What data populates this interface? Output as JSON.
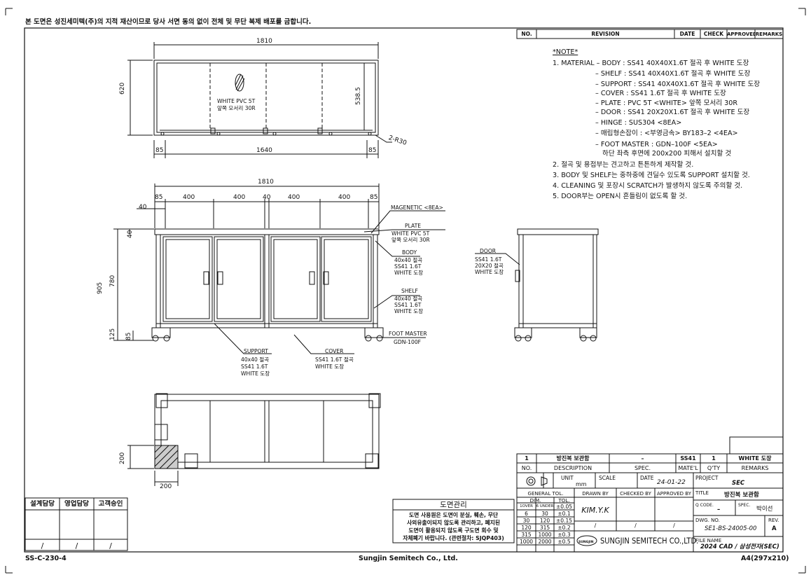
{
  "header_warning": "본 도면은 성진세미텍(주)의 지적 재산이므로 당사 서면 동의 없이 전체 및 무단 복제 배포를 금합니다.",
  "revision_table": {
    "headers": [
      "NO.",
      "REVISION",
      "DATE",
      "CHECK",
      "APPROVED",
      "REMARKS"
    ]
  },
  "top_view": {
    "overall_width": "1810",
    "height": "620",
    "inner_height": "538.5",
    "left_offset": "85",
    "center_span": "1640",
    "right_offset": "85",
    "radius": "2-R30",
    "plate_note": [
      "WHITE PVC 5T",
      "앞쪽 모서리 30R"
    ]
  },
  "front_view": {
    "overall_width": "1810",
    "segments": [
      "85",
      "400",
      "400",
      "40",
      "400",
      "400",
      "85"
    ],
    "left_dim": "40",
    "top_dim": "40",
    "total_height": "905",
    "body_height": "780",
    "foot_height": "125",
    "foot_inner": "85",
    "labels": {
      "magnetic": "MAGENETIC <8EA>",
      "plate": [
        "PLATE",
        "WHITE PVC 5T",
        "앞쪽 모서리 30R"
      ],
      "body": [
        "BODY",
        "40x40 절곡",
        "SS41 1.6T",
        "WHITE 도장"
      ],
      "shelf": [
        "SHELF",
        "40x40 절곡",
        "SS41 1.6T",
        "WHITE 도장"
      ],
      "foot_master": [
        "FOOT MASTER",
        "GDN-100F"
      ],
      "support": [
        "SUPPORT",
        "40x40 절곡",
        "SS41 1.6T",
        "WHITE 도장"
      ],
      "cover": [
        "COVER",
        "SS41 1.6T 절곡",
        "WHITE 도장"
      ]
    }
  },
  "side_view": {
    "door": [
      "DOOR",
      "SS41 1.6T",
      "20X20 절곡",
      "WHITE 도장"
    ]
  },
  "bottom_view": {
    "dim_v": "200",
    "dim_h": "200"
  },
  "notes": {
    "title": "*NOTE*",
    "lines": [
      "1. MATERIAL – BODY : SS41 40X40X1.6T 절곡 후 WHITE 도장",
      "– SHELF : SS41 40X40X1.6T 절곡 후 WHITE 도장",
      "– SUPPORT : SS41 40X40X1.6T 절곡 후 WHITE 도장",
      "– COVER : SS41 1.6T 절곡 후 WHITE 도장",
      "– PLATE : PVC 5T <WHITE> 앞쪽 모서리 30R",
      "– DOOR : SS41 20X20X1.6T 절곡 후 WHITE 도장",
      "– HINGE : SUS304 <8EA>",
      "– 매립형손잡이 : <부영금속> BY183–2 <4EA>",
      "– FOOT MASTER : GDN–100F <5EA>",
      "하단 좌측 후면에 200x200 피해서 설치할 것",
      "2. 절곡 및 용접부는 견고하고 튼튼하게 제작할 것.",
      "3. BODY 및 SHELF는 중하중에 견딜수 있도록 SUPPORT 설치할 것.",
      "4. CLEANING 및 포장시 SCRATCH가 발생하지 않도록 주의할 것.",
      "5. DOOR부는 OPEN시 흔들림이 없도록 할 것."
    ]
  },
  "approval_box": {
    "headers": [
      "설계담당",
      "영업담당",
      "고객승인"
    ],
    "marks": [
      "/",
      "/",
      "/"
    ]
  },
  "drawing_mgmt": {
    "title": "도면관리",
    "lines": [
      "도면 사용원은 도면이 분실, 훼손, 무단",
      "사외유출이되지 않도록 관리하고, 폐지된",
      "도면이 활용되지 않도록 구도면 회수 및",
      "자체폐기 바랍니다. (관련절차: SJQP403)"
    ]
  },
  "title_block": {
    "parts_row": [
      "1",
      "방진복 보관함",
      "–",
      "SS41",
      "1",
      "WHITE 도장"
    ],
    "parts_header": [
      "NO.",
      "DESCRIPTION",
      "SPEC.",
      "MATE'L",
      "Q'TY",
      "REMARKS"
    ],
    "unit_label": "UNIT",
    "unit": "mm",
    "scale_label": "SCALE",
    "date_label": "DATE",
    "date": "24-01-22",
    "project_label": "PROJECT",
    "project": "SEC",
    "general_tol": "GENERAL TOL.",
    "dim_label": "DIM.",
    "tol_label": "TOL.",
    "tol_rows": [
      [
        "1OVER",
        "6 UNDER",
        "±0.05"
      ],
      [
        "6",
        "30",
        "±0.1"
      ],
      [
        "30",
        "120",
        "±0.15"
      ],
      [
        "120",
        "315",
        "±0.2"
      ],
      [
        "315",
        "1000",
        "±0.3"
      ],
      [
        "1000",
        "2000",
        "±0.5"
      ]
    ],
    "drawn_by_label": "DRAWN BY",
    "drawn_by": "KIM.Y.K",
    "checked_by_label": "CHECKED BY",
    "approved_by_label": "APPROVED BY",
    "slashes": [
      "/",
      "/",
      "/"
    ],
    "title_label": "TITLE",
    "title": "방진복 보관함",
    "qcode_label": "Q CODE.",
    "qcode": "–",
    "spec_label": "SPEC.",
    "spec": "박이선",
    "dwg_label": "DWG. NO.",
    "dwg_no": "SE1-BS-24005-00",
    "rev_label": "REV.",
    "rev": "A",
    "company": "SUNGJIN SEMITECH CO.,LTD.",
    "logo": "SUNGJIN",
    "file_label": "FILE NAME",
    "file_name": "2024 CAD / 삼성전자(SEC)"
  },
  "footer": {
    "left": "SS-C-230-4",
    "center": "Sungjin Semitech Co., Ltd.",
    "right": "A4(297x210)"
  }
}
